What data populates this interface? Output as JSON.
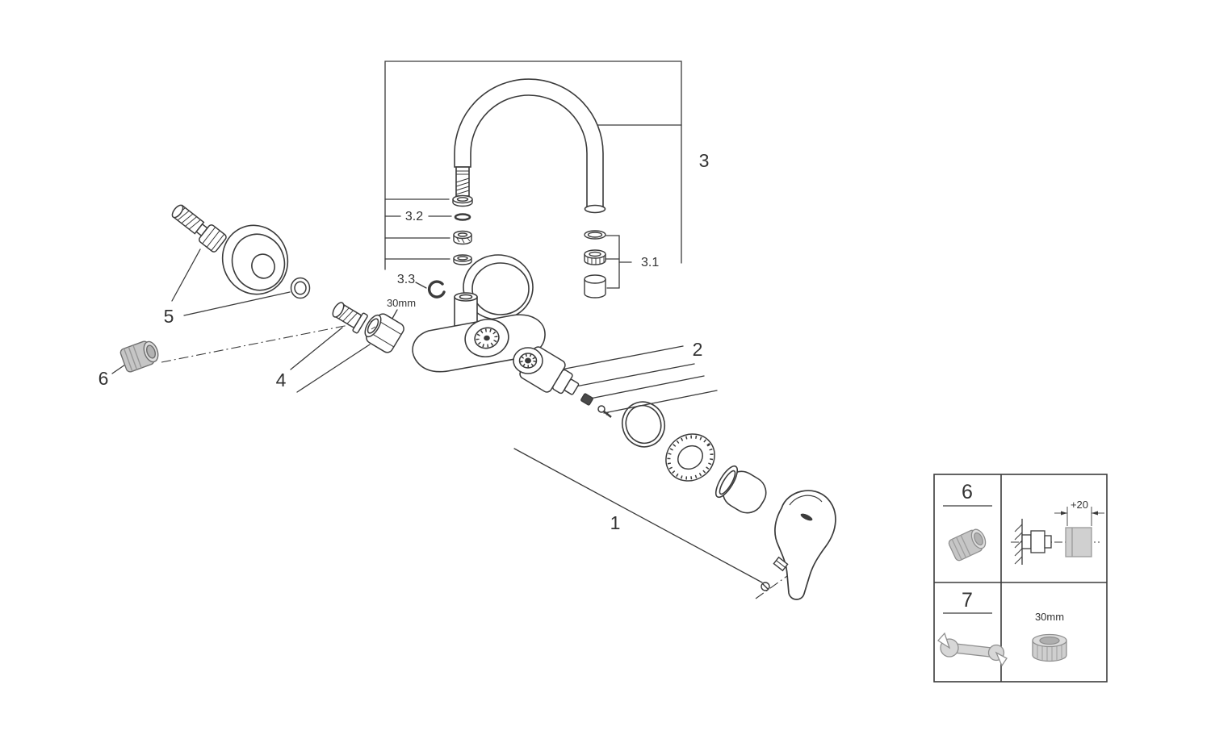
{
  "figure": {
    "kind": "exploded-parts-diagram",
    "background_color": "#ffffff",
    "line_color": "#3b3b3b",
    "gray_part_fill": "#c6c6c6",
    "gray_part_line": "#8f8f8f"
  },
  "callouts": {
    "handle_group": "1",
    "cartridge_group": "2",
    "spout_group": "3",
    "spout_outlet_parts": "3.1",
    "spout_seal_stack": "3.2",
    "retaining_clip": "3.3",
    "union_nut_group": "4",
    "wall_flange_group": "5",
    "aerator": "6"
  },
  "annotations": {
    "nut_size": "30mm",
    "wall_offset_dimension": "+20"
  },
  "legend": {
    "row1_number": "6",
    "row2_number": "7",
    "row2_nut_size": "30mm",
    "icons": {
      "row1_left": "aerator-icon",
      "row1_right": "wall-mount-depth-icon",
      "row2_left": "open-end-wrench-icon",
      "row2_right": "nut-30mm-icon"
    }
  }
}
